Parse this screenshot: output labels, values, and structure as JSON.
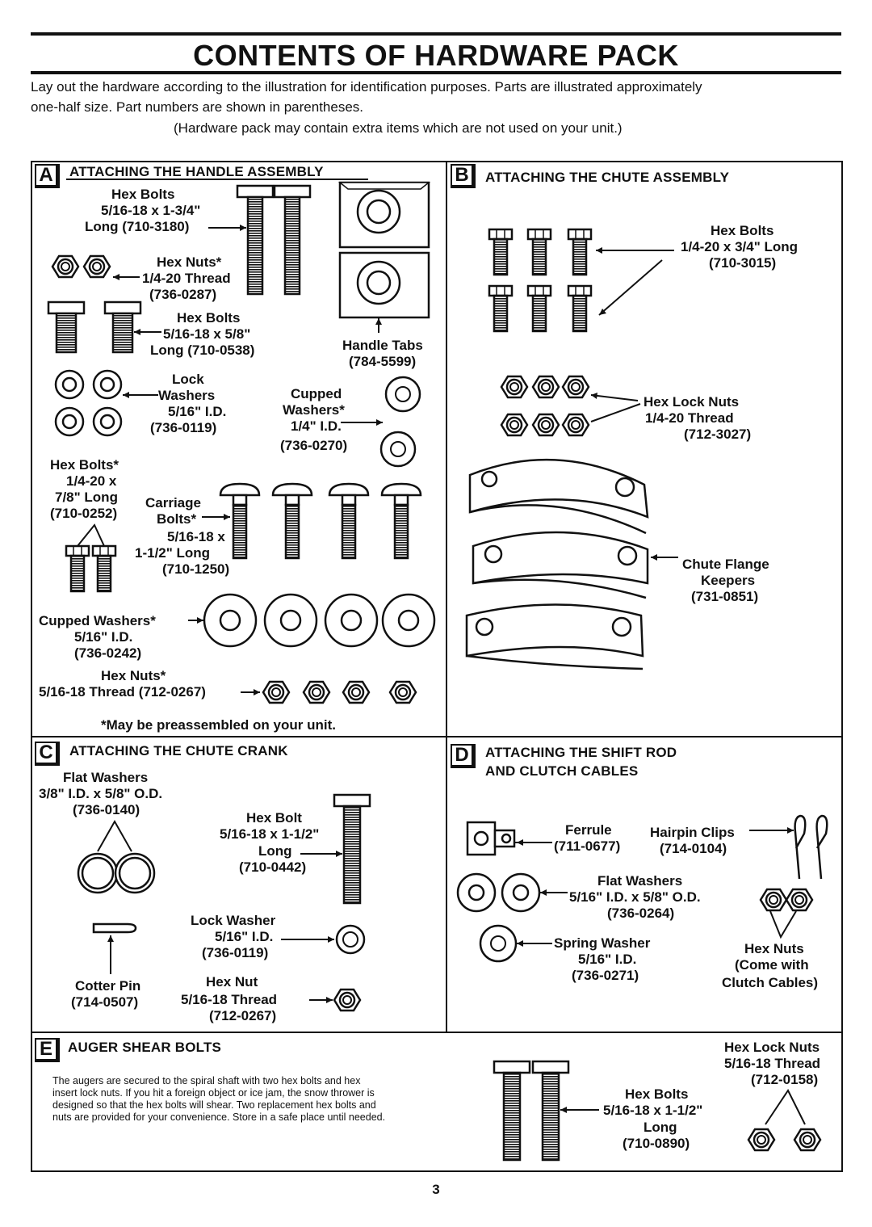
{
  "title": "CONTENTS OF HARDWARE PACK",
  "intro": {
    "line1": "Lay out the hardware according to the illustration for identification purposes. Parts are illustrated approximately",
    "line2": "one-half size. Part numbers are shown in parentheses.",
    "line3": "(Hardware pack may contain extra items which are not used on your unit.)"
  },
  "section_a": {
    "letter": "A",
    "heading": "ATTACHING THE HANDLE ASSEMBLY",
    "hex_bolts_long": [
      "Hex Bolts",
      "5/16-18 x 1-3/4\"",
      "Long (710-3180)"
    ],
    "hex_nuts": [
      "Hex Nuts*",
      "1/4-20 Thread",
      "(736-0287)"
    ],
    "hex_bolts_short": [
      "Hex Bolts",
      "5/16-18 x 5/8\"",
      "Long (710-0538)"
    ],
    "handle_tabs": [
      "Handle Tabs",
      "(784-5599)"
    ],
    "lock_washers": [
      "Lock",
      "Washers",
      "5/16\" I.D.",
      "(736-0119)"
    ],
    "cupped_washers_small": [
      "Cupped",
      "Washers*",
      "1/4\" I.D.",
      "(736-0270)"
    ],
    "hex_bolts_star": [
      "Hex Bolts*",
      "1/4-20 x",
      "7/8\" Long",
      "(710-0252)"
    ],
    "carriage_bolts": [
      "Carriage",
      "Bolts*",
      "5/16-18 x",
      "1-1/2\" Long",
      "(710-1250)"
    ],
    "cupped_washers_large": [
      "Cupped Washers*",
      "5/16\" I.D.",
      "(736-0242)"
    ],
    "hex_nuts_bottom": [
      "Hex Nuts*",
      "5/16-18 Thread (712-0267)"
    ],
    "footnote": "*May be preassembled on your unit."
  },
  "section_b": {
    "letter": "B",
    "heading": "ATTACHING THE CHUTE ASSEMBLY",
    "hex_bolts": [
      "Hex Bolts",
      "1/4-20 x 3/4\" Long",
      "(710-3015)"
    ],
    "hex_lock_nuts": [
      "Hex Lock Nuts",
      "1/4-20 Thread",
      "(712-3027)"
    ],
    "chute_flange": [
      "Chute Flange",
      "Keepers",
      "(731-0851)"
    ]
  },
  "section_c": {
    "letter": "C",
    "heading": "ATTACHING THE CHUTE CRANK",
    "flat_washers": [
      "Flat Washers",
      "3/8\" I.D. x 5/8\" O.D.",
      "(736-0140)"
    ],
    "hex_bolt": [
      "Hex Bolt",
      "5/16-18 x 1-1/2\"",
      "Long",
      "(710-0442)"
    ],
    "lock_washer": [
      "Lock Washer",
      "5/16\" I.D.",
      "(736-0119)"
    ],
    "cotter_pin": [
      "Cotter Pin",
      "(714-0507)"
    ],
    "hex_nut": [
      "Hex Nut",
      "5/16-18 Thread",
      "(712-0267)"
    ]
  },
  "section_d": {
    "letter": "D",
    "heading_line1": "ATTACHING THE SHIFT ROD",
    "heading_line2": "AND CLUTCH CABLES",
    "ferrule": [
      "Ferrule",
      "(711-0677)"
    ],
    "hairpin_clips": [
      "Hairpin Clips",
      "(714-0104)"
    ],
    "flat_washers": [
      "Flat Washers",
      "5/16\" I.D. x 5/8\" O.D.",
      "(736-0264)"
    ],
    "spring_washer": [
      "Spring Washer",
      "5/16\" I.D.",
      "(736-0271)"
    ],
    "hex_nuts": [
      "Hex Nuts",
      "(Come with",
      "Clutch Cables)"
    ]
  },
  "section_e": {
    "letter": "E",
    "heading": "AUGER SHEAR BOLTS",
    "body": [
      "The augers are secured to the spiral shaft with two hex bolts and hex",
      "insert lock nuts. If you hit a foreign object or ice jam, the snow thrower is",
      "designed so that the hex bolts will shear. Two replacement hex bolts and",
      "nuts are provided for your convenience. Store in a safe place until needed."
    ],
    "hex_bolts": [
      "Hex Bolts",
      "5/16-18 x 1-1/2\"",
      "Long",
      "(710-0890)"
    ],
    "hex_lock_nuts": [
      "Hex Lock Nuts",
      "5/16-18 Thread",
      "(712-0158)"
    ]
  },
  "page_number": "3"
}
